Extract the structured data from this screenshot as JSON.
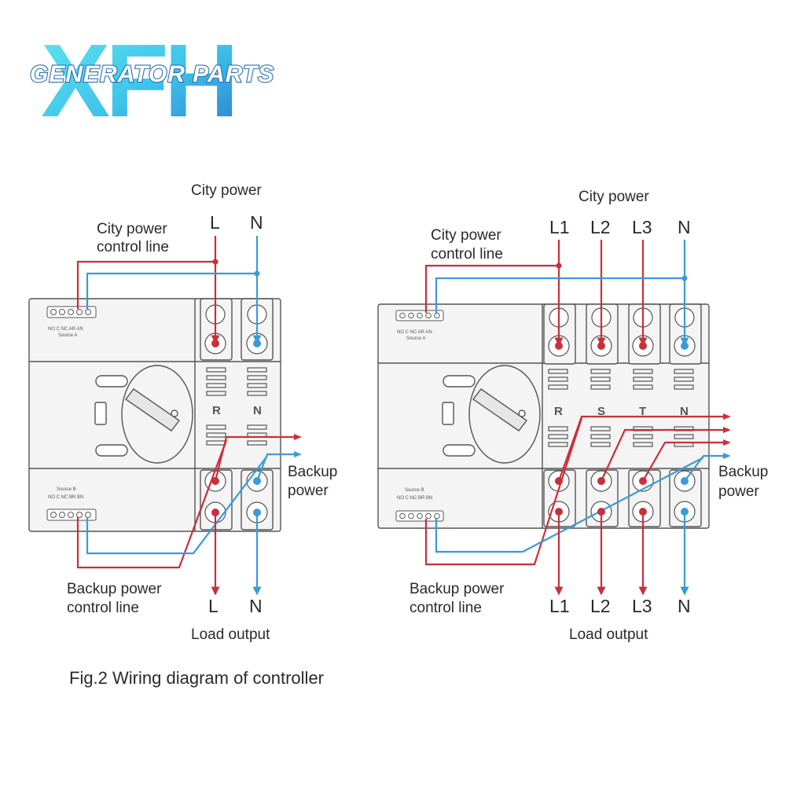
{
  "logo": {
    "letters": "XFH",
    "subtitle": "GENERATOR PARTS",
    "colors": {
      "cyan": "#3fd3ea",
      "blue": "#2b7fd0",
      "outline": "#2b6fb8"
    }
  },
  "wire_colors": {
    "live": "#c8303b",
    "neutral": "#3b9bd6",
    "device_stroke": "#555555",
    "device_fill": "#f4f4f4"
  },
  "left_diagram": {
    "city_power": "City power",
    "city_terminals": [
      "L",
      "N"
    ],
    "city_control": [
      "City power",
      "control line"
    ],
    "backup_power": [
      "Backup",
      "power"
    ],
    "backup_control": [
      "Backup power",
      "control line"
    ],
    "load_terminals": [
      "L",
      "N"
    ],
    "load_output": "Load output",
    "phase_labels": [
      "R",
      "N"
    ]
  },
  "right_diagram": {
    "city_power": "City power",
    "city_terminals": [
      "L1",
      "L2",
      "L3",
      "N"
    ],
    "city_control": [
      "City power",
      "control line"
    ],
    "backup_power": [
      "Backup",
      "power"
    ],
    "backup_control": [
      "Backup power",
      "control line"
    ],
    "load_terminals": [
      "L1",
      "L2",
      "L3",
      "N"
    ],
    "load_output": "Load output",
    "phase_labels": [
      "R",
      "S",
      "T",
      "N"
    ]
  },
  "device_labels": {
    "source_a_pins": "NO  C  NC AR AN",
    "source_a_name": "Source A",
    "source_b_name": "Source B",
    "source_b_pins": "NO  C  NC BR BN"
  },
  "caption": "Fig.2 Wiring diagram  of controller"
}
